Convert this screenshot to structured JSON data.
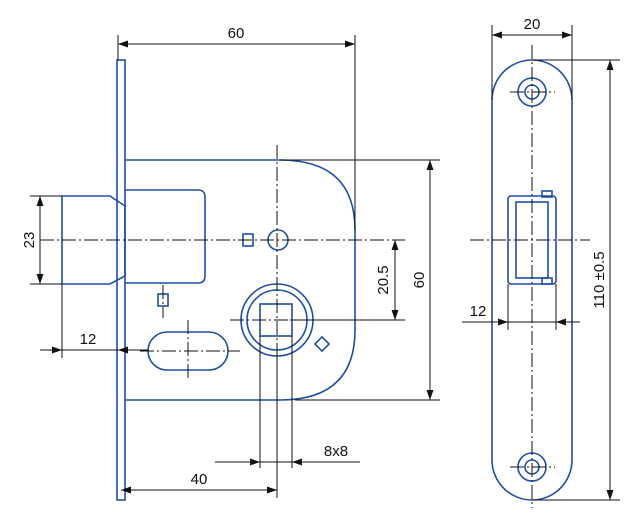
{
  "dimensions": {
    "overall_depth": "60",
    "faceplate_width": "20",
    "latch_height": "23",
    "spindle_offset": "20.5",
    "hub_height": "60",
    "faceplate_length": "110 ±0.5",
    "latch_projection": "12",
    "faceplate_thickness": "12",
    "backset": "40",
    "spindle_square": "8x8"
  }
}
